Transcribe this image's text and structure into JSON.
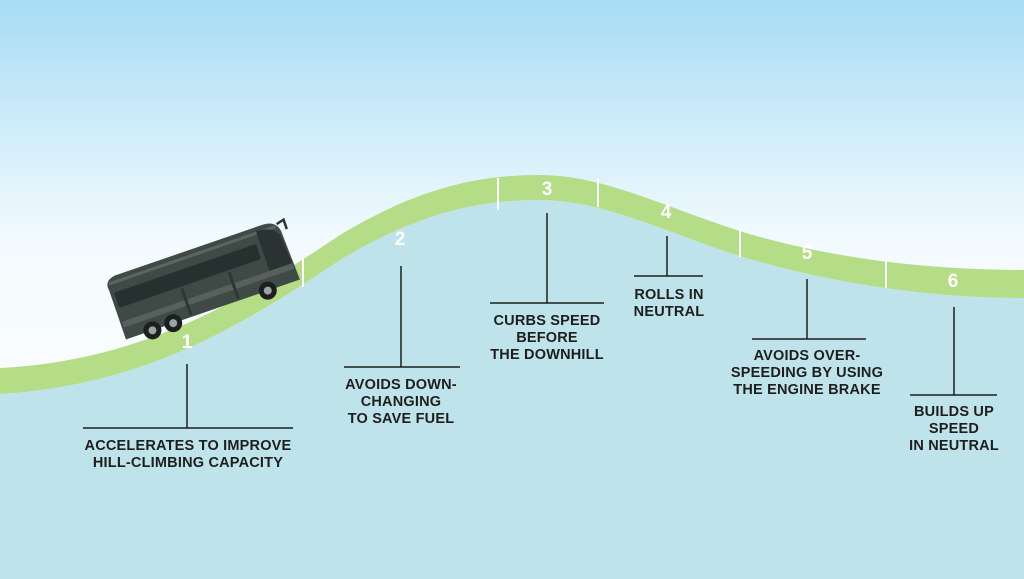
{
  "diagram": {
    "steps": [
      {
        "number": "1",
        "lines": [
          "ACCELERATES TO IMPROVE",
          "HILL-CLIMBING CAPACITY"
        ]
      },
      {
        "number": "2",
        "lines": [
          "AVOIDS DOWN-",
          "CHANGING",
          "TO SAVE FUEL"
        ]
      },
      {
        "number": "3",
        "lines": [
          "CURBS SPEED",
          "BEFORE",
          "THE DOWNHILL"
        ]
      },
      {
        "number": "4",
        "lines": [
          "ROLLS IN",
          "NEUTRAL"
        ]
      },
      {
        "number": "5",
        "lines": [
          "AVOIDS OVER-",
          "SPEEDING BY USING",
          "THE ENGINE BRAKE"
        ]
      },
      {
        "number": "6",
        "lines": [
          "BUILDS UP",
          "SPEED",
          "IN NEUTRAL"
        ]
      }
    ],
    "colors": {
      "sky_top": "#a6dcf5",
      "sky_mid": "#e8f6fc",
      "ground": "#bfe3ea",
      "road": "#b5dc86",
      "road_divider": "#ffffff",
      "leader_line": "#1e1e1e",
      "bus_body": "#3f4a47"
    },
    "icons": [
      "bus-icon"
    ]
  }
}
